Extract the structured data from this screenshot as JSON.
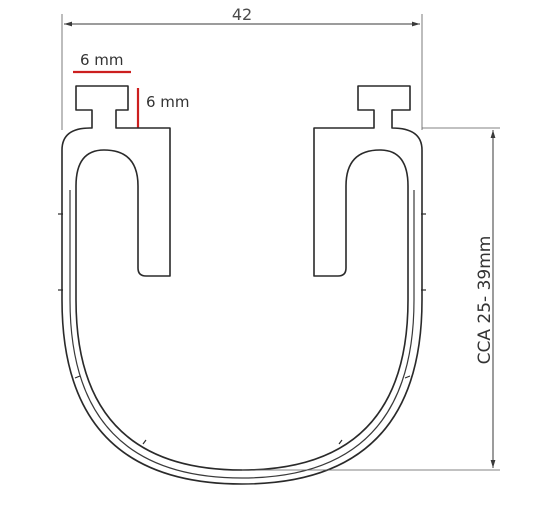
{
  "drawing": {
    "overall_width": "42",
    "slot_width": "6 mm",
    "slot_height": "6 mm",
    "height_range": "CCA 25- 39mm"
  },
  "colors": {
    "annotation": "#cc1f1f",
    "line": "#2a2a2a",
    "background": "#ffffff"
  }
}
